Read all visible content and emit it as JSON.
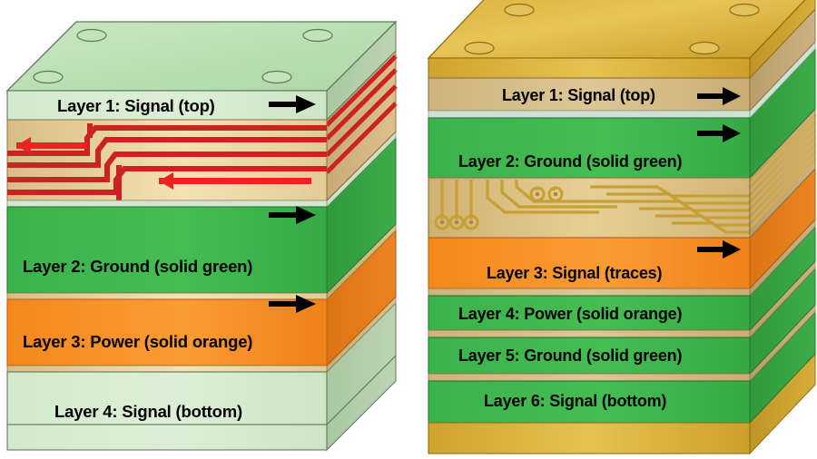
{
  "figure": {
    "type": "diagram",
    "subject": "PCB layer stack-up comparison",
    "panels": [
      {
        "id": "left-stackup",
        "name": "4-layer-pcb-stackup",
        "board_color": "#b9e0b4",
        "top_face_color": "#bfe2b9",
        "side_face_color": "#a8c4a2",
        "via_count": 4,
        "trace_color": "#cc2222",
        "arrow_color": "#000000",
        "layers": [
          {
            "index": 1,
            "label": "Layer 1: Signal (top)",
            "fill": "#cfe8c9",
            "kind": "signal",
            "arrow": "right"
          },
          {
            "index": 2,
            "label": "Layer 2: Ground (solid green)",
            "fill": "#3bb44a",
            "kind": "ground",
            "arrow": "right"
          },
          {
            "index": 3,
            "label": "Layer 3: Power (solid orange)",
            "fill": "#f68b1f",
            "kind": "power",
            "arrow": "right"
          },
          {
            "index": 4,
            "label": "Layer 4: Signal (bottom)",
            "fill": "#cfe8c9",
            "kind": "signal",
            "arrow": "none"
          }
        ],
        "dielectric_color": "#e0c88c",
        "red_traces": 4,
        "red_arrows": 2,
        "red_arrow_direction": "left"
      },
      {
        "id": "right-stackup",
        "name": "6-layer-pcb-stackup",
        "board_color": "#d4ab33",
        "top_face_color": "#d8b03a",
        "side_face_color": "#c09a2c",
        "via_count": 4,
        "trace_color": "#d8b040",
        "arrow_color": "#000000",
        "layers": [
          {
            "index": 1,
            "label": "Layer 1: Signal (top)",
            "fill": "#d8c38f",
            "kind": "signal",
            "arrow": "right"
          },
          {
            "index": 2,
            "label": "Layer 2: Ground (solid green)",
            "fill": "#3bb44a",
            "kind": "ground",
            "arrow": "right"
          },
          {
            "index": 3,
            "label": "Layer 3: Signal (traces)",
            "fill": "#f68b1f",
            "kind": "signal",
            "arrow": "right"
          },
          {
            "index": 4,
            "label": "Layer 4: Power (solid orange)",
            "fill": "#3bb44a",
            "kind": "power",
            "arrow": "none"
          },
          {
            "index": 5,
            "label": "Layer 5: Ground (solid green)",
            "fill": "#3bb44a",
            "kind": "ground",
            "arrow": "none"
          },
          {
            "index": 6,
            "label": "Layer 6: Signal (bottom)",
            "fill": "#3bb44a",
            "kind": "signal",
            "arrow": "none"
          }
        ],
        "dielectric_color": "#ddc07a",
        "trace_layer_pads": 5,
        "trace_layer_vias": 2
      }
    ],
    "colors": {
      "green_solid": "#3bb44a",
      "green_light": "#cfe8c9",
      "orange": "#f68b1f",
      "gold": "#d4ab33",
      "tan": "#d8c38f",
      "red": "#cc2222",
      "black": "#000000",
      "white": "#ffffff"
    }
  }
}
